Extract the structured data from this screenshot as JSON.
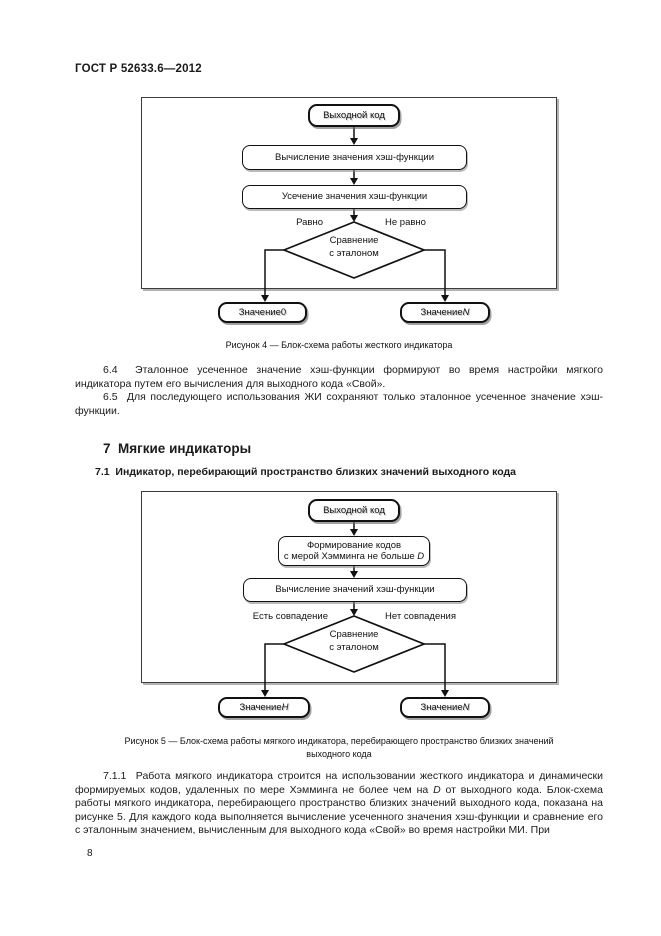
{
  "header": {
    "title": "ГОСТ Р 52633.6—2012"
  },
  "fig4": {
    "start": "Выходной код",
    "process1": "Вычисление значения хэш-функции",
    "process2": "Усечение значения хэш-функции",
    "decision_line1": "Сравнение",
    "decision_line2": "с эталоном",
    "branch_left": "Равно",
    "branch_right": "Не равно",
    "result_left_text": "Значение ",
    "result_left_var": "0",
    "result_right_text": "Значение ",
    "result_right_var": "N",
    "caption": "Рисунок 4 — Блок-схема работы жесткого индикатора"
  },
  "text": {
    "p64": "6.4  Эталонное усеченное значение хэш-функции формируют во время настройки мягкого индикатора путем его вычисления для выходного кода «Свой».",
    "p65": "6.5  Для последующего использования ЖИ сохраняют только эталонное усеченное значение хэш-функции.",
    "h7": "7  Мягкие индикаторы",
    "h71": "7.1  Индикатор, перебирающий пространство близких значений выходного кода",
    "p711_part1": "7.1.1  Работа мягкого индикатора строится на использовании жесткого индикатора и динамически формируемых кодов, удаленных по мере Хэмминга не более чем на ",
    "p711_var": "D",
    "p711_part2": " от выходного кода. Блок-схема работы мягкого индикатора, перебирающего пространство близких значений выходного кода, показана на рисунке 5. Для каждого кода выполняется вычисление усеченного значения хэш-функции и сравнение его с эталонным значением, вычисленным для выходного кода «Свой» во время настройки МИ. При"
  },
  "fig5": {
    "start": "Выходной код",
    "process1_line1": "Формирование кодов",
    "process1_line2": "с мерой Хэмминга не больше ",
    "process1_var": "D",
    "process2": "Вычисление значений хэш-функции",
    "decision_line1": "Сравнение",
    "decision_line2": "с эталоном",
    "branch_left": "Есть совпадение",
    "branch_right": "Нет совпадения",
    "result_left_text": "Значение ",
    "result_left_var": "H",
    "result_right_text": "Значение ",
    "result_right_var": "N",
    "caption": "Рисунок 5 — Блок-схема работы мягкого индикатора, перебирающего пространство близких значений выходного кода"
  },
  "footer": {
    "page_number": "8"
  }
}
